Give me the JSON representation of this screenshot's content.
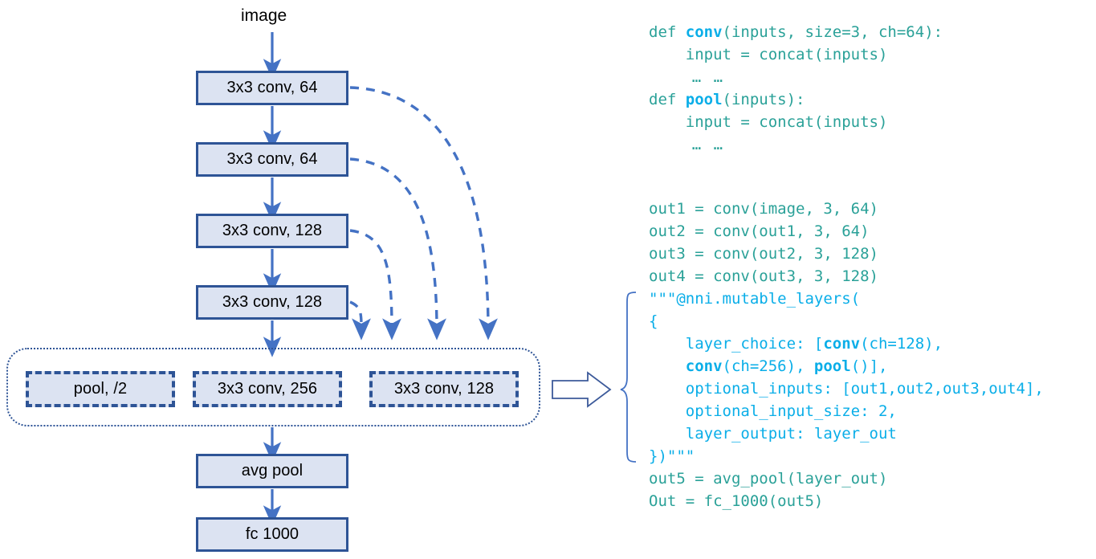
{
  "diagram": {
    "input_label": "image",
    "nodes": [
      {
        "id": "conv1",
        "label": "3x3 conv, 64",
        "style": "solid"
      },
      {
        "id": "conv2",
        "label": "3x3 conv, 64",
        "style": "solid"
      },
      {
        "id": "conv3",
        "label": "3x3 conv, 128",
        "style": "solid"
      },
      {
        "id": "conv4",
        "label": "3x3 conv, 128",
        "style": "solid"
      },
      {
        "id": "avgpool",
        "label": "avg pool",
        "style": "solid"
      },
      {
        "id": "fc",
        "label": "fc 1000",
        "style": "solid"
      }
    ],
    "choice_group": {
      "options": [
        {
          "id": "pool2",
          "label": "pool, /2"
        },
        {
          "id": "conv256",
          "label": "3x3 conv, 256"
        },
        {
          "id": "conv128c",
          "label": "3x3 conv, 128"
        }
      ]
    },
    "colors": {
      "node_fill": "#dce3f2",
      "node_border": "#2e5496",
      "arrow": "#4472c4",
      "skip_arrow": "#4472c4",
      "group_border": "#2e5496"
    }
  },
  "code": {
    "colors": {
      "default": "#2aa198",
      "highlight": "#0aaee8"
    },
    "block_defs": [
      {
        "id": "def-conv",
        "segments": [
          {
            "t": "def ",
            "k": "d"
          },
          {
            "t": "conv",
            "k": "b"
          },
          {
            "t": "(inputs, size=3, ch=64):",
            "k": "d"
          }
        ]
      },
      {
        "id": "conv-body",
        "segments": [
          {
            "t": "    input = concat(inputs)",
            "k": "d"
          }
        ]
      },
      {
        "id": "conv-ell",
        "segments": [
          {
            "t": "    … …",
            "k": "d"
          }
        ]
      },
      {
        "id": "def-pool",
        "segments": [
          {
            "t": "def ",
            "k": "d"
          },
          {
            "t": "pool",
            "k": "b"
          },
          {
            "t": "(inputs):",
            "k": "d"
          }
        ]
      },
      {
        "id": "pool-body",
        "segments": [
          {
            "t": "    input = concat(inputs)",
            "k": "d"
          }
        ]
      },
      {
        "id": "pool-ell",
        "segments": [
          {
            "t": "    … …",
            "k": "d"
          }
        ]
      }
    ],
    "block_main": [
      {
        "id": "out1",
        "segments": [
          {
            "t": "out1 = conv(image, 3, 64)",
            "k": "d"
          }
        ]
      },
      {
        "id": "out2",
        "segments": [
          {
            "t": "out2 = conv(out1, 3, 64)",
            "k": "d"
          }
        ]
      },
      {
        "id": "out3",
        "segments": [
          {
            "t": "out3 = conv(out2, 3, 128)",
            "k": "d"
          }
        ]
      },
      {
        "id": "out4",
        "segments": [
          {
            "t": "out4 = conv(out3, 3, 128)",
            "k": "d"
          }
        ]
      },
      {
        "id": "nni-open",
        "segments": [
          {
            "t": "\"\"\"@nni.mutable_layers(",
            "k": "c"
          }
        ]
      },
      {
        "id": "brace-open",
        "segments": [
          {
            "t": "{",
            "k": "c"
          }
        ]
      },
      {
        "id": "layer-choice-1",
        "segments": [
          {
            "t": "    layer_choice: [",
            "k": "c"
          },
          {
            "t": "conv",
            "k": "b"
          },
          {
            "t": "(ch=128),",
            "k": "c"
          }
        ]
      },
      {
        "id": "layer-choice-2",
        "segments": [
          {
            "t": "    ",
            "k": "c"
          },
          {
            "t": "conv",
            "k": "b"
          },
          {
            "t": "(ch=256), ",
            "k": "c"
          },
          {
            "t": "pool",
            "k": "b"
          },
          {
            "t": "()],",
            "k": "c"
          }
        ]
      },
      {
        "id": "optional-inputs",
        "segments": [
          {
            "t": "    optional_inputs: [out1,out2,out3,out4],",
            "k": "c"
          }
        ]
      },
      {
        "id": "optional-input-size",
        "segments": [
          {
            "t": "    optional_input_size: 2,",
            "k": "c"
          }
        ]
      },
      {
        "id": "layer-output",
        "segments": [
          {
            "t": "    layer_output: layer_out",
            "k": "c"
          }
        ]
      },
      {
        "id": "nni-close",
        "segments": [
          {
            "t": "})\"\"\"",
            "k": "c"
          }
        ]
      },
      {
        "id": "out5",
        "segments": [
          {
            "t": "out5 = avg_pool(layer_out)",
            "k": "d"
          }
        ]
      },
      {
        "id": "out-final",
        "segments": [
          {
            "t": "Out = fc_1000(out5)",
            "k": "d"
          }
        ]
      }
    ]
  }
}
